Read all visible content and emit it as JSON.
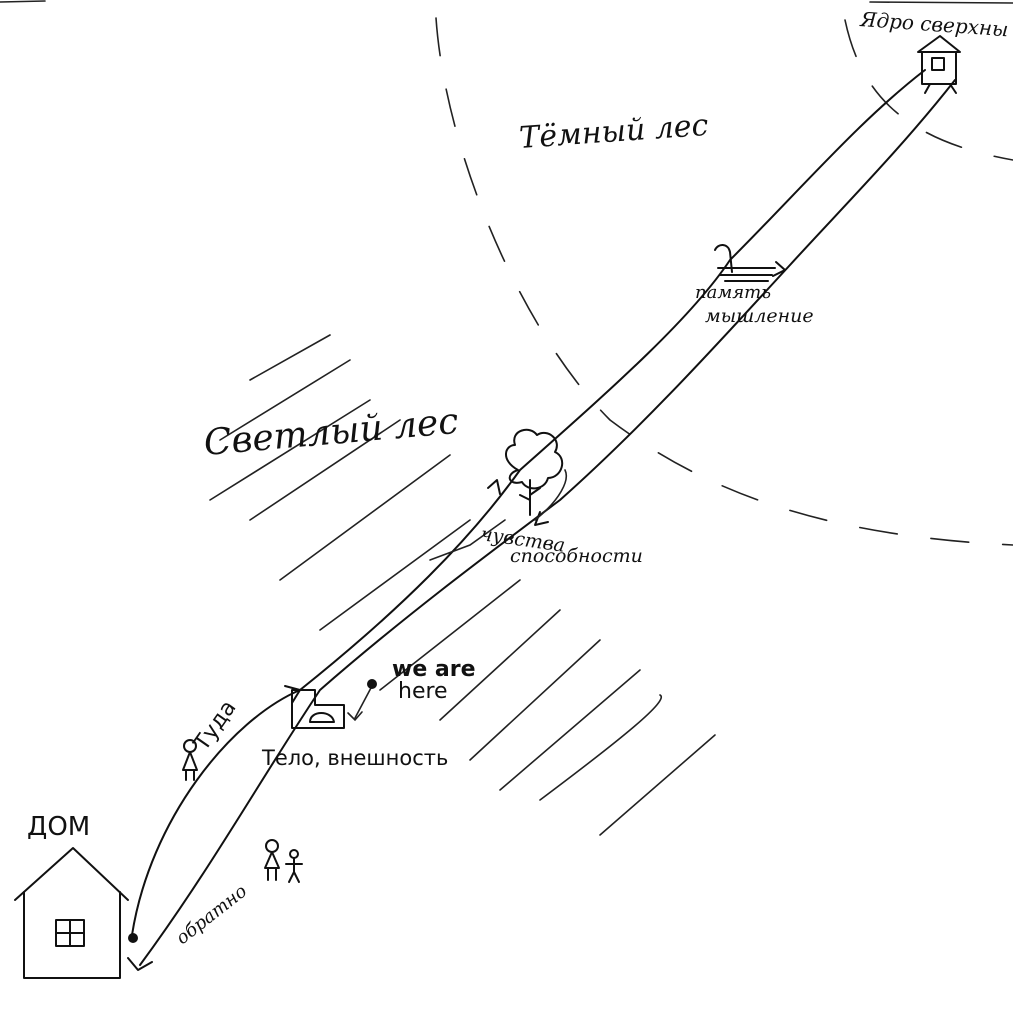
{
  "labels": {
    "dark_forest": "Тёмный лес",
    "light_forest": "Светлый лес",
    "core": "Ядро сверхны",
    "memory": "память",
    "thinking": "мышление",
    "feelings": "чувства",
    "abilities": "способности",
    "body": "Тело, внешность",
    "we_are": "we are",
    "here": "here",
    "there": "Туда",
    "back": "обратно",
    "home": "ДОМ"
  }
}
